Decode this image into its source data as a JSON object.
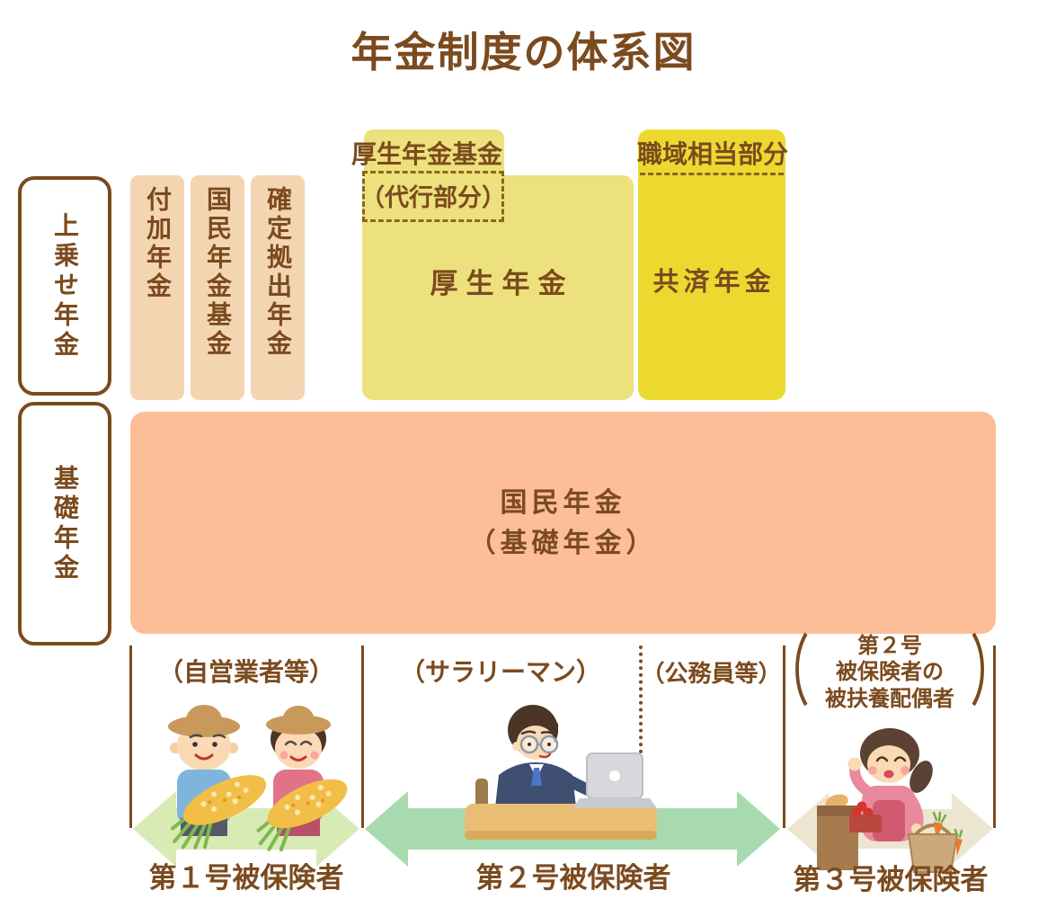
{
  "title": "年金制度の体系図",
  "side": {
    "topup": "上乗せ年金",
    "base": "基礎年金"
  },
  "topup_tier": {
    "fuka": "付加年金",
    "kokumin_kikin": "国民年金基金",
    "kakutei_kyoshutsu": "確定拠出年金",
    "kosei_kikin": "厚生年金基金",
    "daiko": "（代行部分）",
    "kosei": "厚生年金",
    "shokuiki": "職域相当部分",
    "kyosai": "共済年金"
  },
  "base_tier": {
    "line1": "国民年金",
    "line2": "（基礎年金）"
  },
  "bottom": {
    "group1": {
      "category": "（自営業者等）",
      "insured": "第１号被保険者"
    },
    "group2": {
      "category": "（サラリーマン）",
      "insured": "第２号被保険者"
    },
    "group3": {
      "category": "（公務員等）"
    },
    "group4": {
      "paren_open": "（",
      "paren_close": "）",
      "lines": [
        "第２号",
        "被保険者の",
        "被扶養配偶者"
      ],
      "insured": "第３号被保険者"
    }
  },
  "colors": {
    "text_brown": "#7b4a1e",
    "line_brown": "#7b4a1e",
    "dash_brown": "#8a651c",
    "tan_box": "#f3d5b2",
    "kosei_yellow": "#ece17c",
    "kyosai_gold": "#ecd930",
    "base_salmon": "#fcbd97",
    "arrow_light_green": "#d9ebb5",
    "arrow_green": "#a7dbaf",
    "arrow_beige": "#ece6d1"
  }
}
